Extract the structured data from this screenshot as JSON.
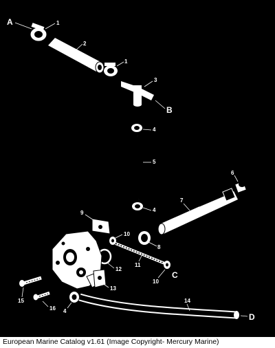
{
  "callouts": {
    "a": "A",
    "b": "B",
    "c": "C",
    "d": "D",
    "n1a": "1",
    "n1b": "1",
    "n2": "2",
    "n3": "3",
    "n4a": "4",
    "n4b": "4",
    "n4c": "4",
    "n5": "5",
    "n6": "6",
    "n7": "7",
    "n8": "8",
    "n9": "9",
    "n10a": "10",
    "n10b": "10",
    "n11": "11",
    "n12": "12",
    "n13": "13",
    "n14": "14",
    "n15": "15",
    "n16": "16"
  },
  "footer": {
    "caption": "European Marine Catalog v1.61 (Image Copyright- Mercury Marine)"
  }
}
